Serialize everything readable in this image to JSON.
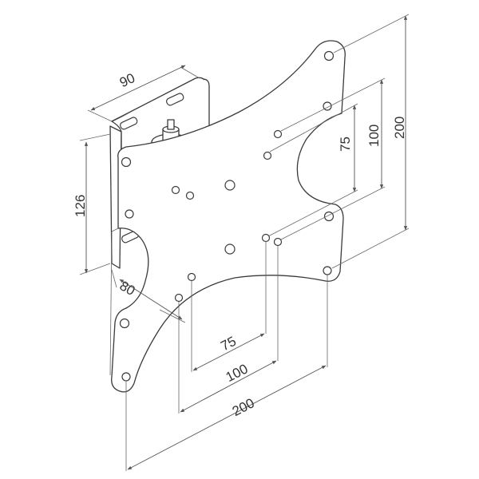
{
  "dimensions": {
    "bracket_top_width": "90",
    "bracket_height": "126",
    "bracket_depth": "80",
    "vertical_small": "75",
    "vertical_medium": "100",
    "vertical_large": "200",
    "horizontal_small": "75",
    "horizontal_medium": "100",
    "horizontal_large": "200"
  }
}
